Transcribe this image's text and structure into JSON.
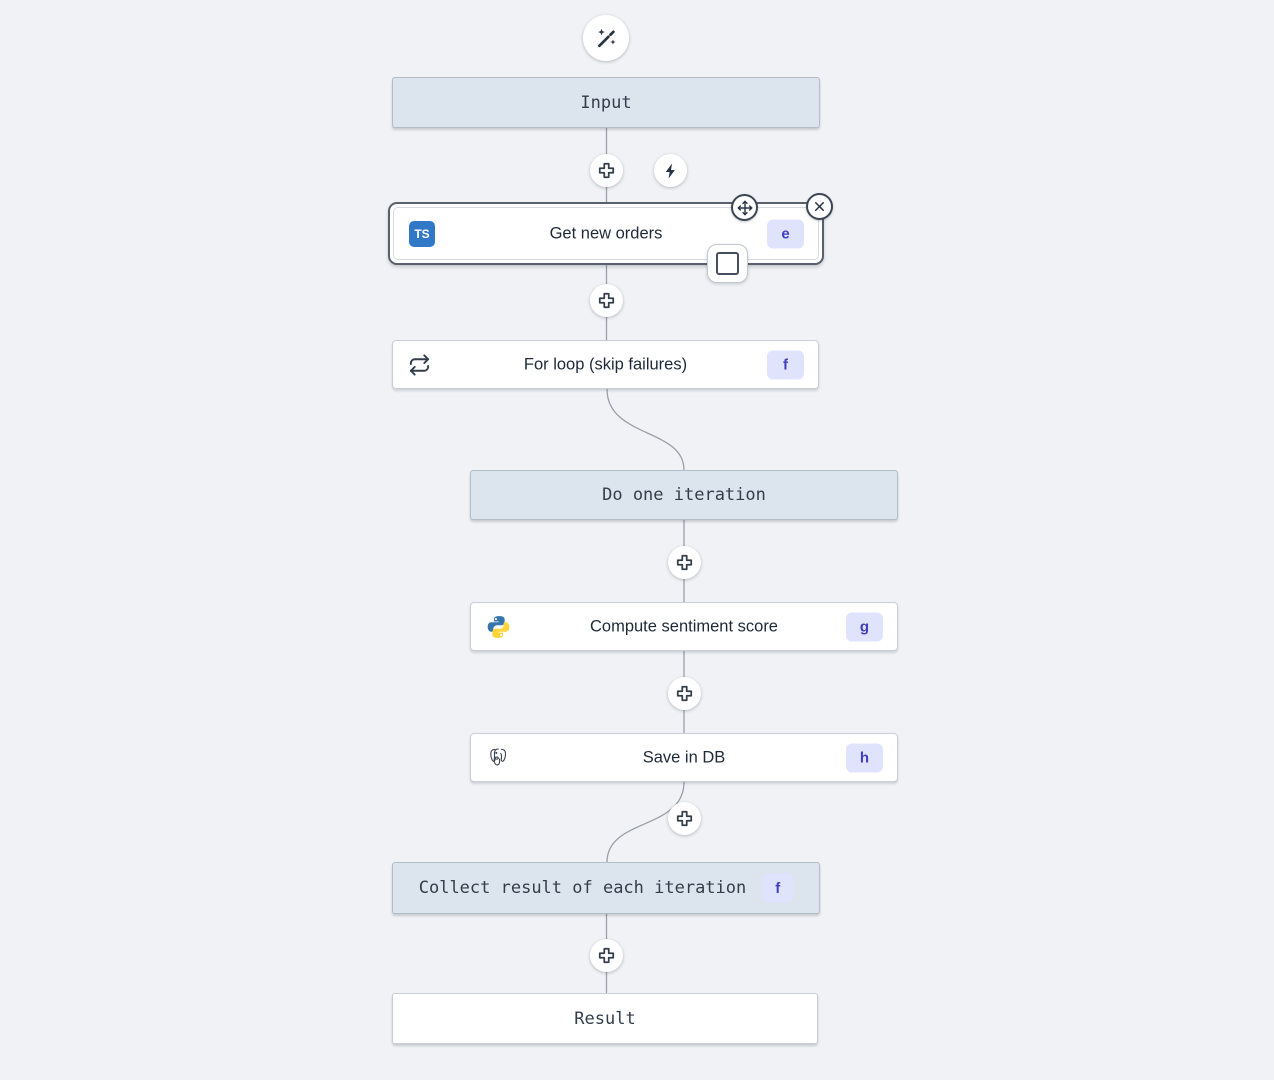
{
  "app": {
    "name": "Workflow editor canvas"
  },
  "colors": {
    "canvas_bg": "#f0f2f5",
    "frame_node_bg": "#dce4ed",
    "frame_node_border": "#b2bdc9",
    "module_border": "#c9ced6",
    "selected_border": "#59616e",
    "badge_bg": "#dfe3fc",
    "badge_text": "#3f3fc2",
    "icon_dark": "#273244",
    "wire": "#99a0a9",
    "typescript_blue": "#3178c6",
    "python_blue": "#3776ab",
    "python_yellow": "#ffd43b"
  },
  "toolbar": {
    "ai_button_icon": "wand-sparkles-icon",
    "trigger_button_icon": "lightning-icon",
    "insert_button_icon": "plus-icon"
  },
  "nodes": {
    "input": {
      "label": "Input",
      "type": "frame"
    },
    "get_new_orders": {
      "label": "Get new orders",
      "badge": "e",
      "language": "typescript",
      "icon_text": "TS",
      "selected": true
    },
    "for_loop": {
      "label": "For loop (skip failures)",
      "badge": "f",
      "icon": "repeat-icon"
    },
    "do_one_iteration": {
      "label": "Do one iteration",
      "type": "frame"
    },
    "compute_sentiment_score": {
      "label": "Compute sentiment score",
      "badge": "g",
      "language": "python"
    },
    "save_in_db": {
      "label": "Save in DB",
      "badge": "h",
      "language": "postgresql"
    },
    "collect_result": {
      "label": "Collect result of each iteration",
      "badge": "f",
      "type": "frame"
    },
    "result": {
      "label": "Result",
      "type": "frame"
    }
  }
}
